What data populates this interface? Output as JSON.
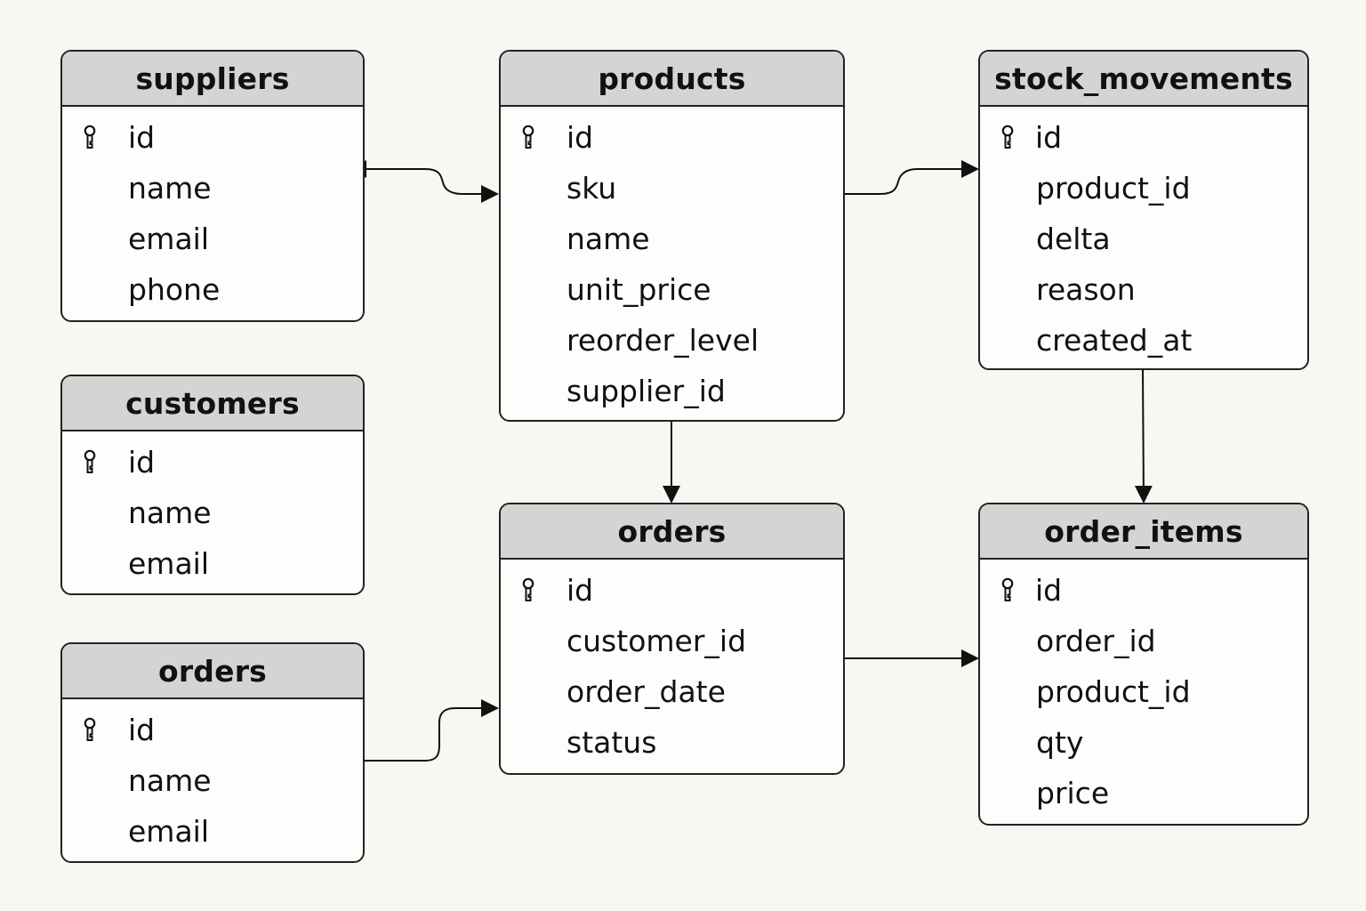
{
  "tables": [
    {
      "name": "suppliers",
      "fields": [
        {
          "name": "id",
          "pk": true
        },
        {
          "name": "name"
        },
        {
          "name": "email"
        },
        {
          "name": "phone"
        }
      ]
    },
    {
      "name": "customers",
      "fields": [
        {
          "name": "id",
          "pk": true
        },
        {
          "name": "name"
        },
        {
          "name": "email"
        }
      ]
    },
    {
      "name": "orders",
      "fields": [
        {
          "name": "id",
          "pk": true
        },
        {
          "name": "name"
        },
        {
          "name": "email"
        }
      ]
    },
    {
      "name": "products",
      "fields": [
        {
          "name": "id",
          "pk": true
        },
        {
          "name": "sku"
        },
        {
          "name": "name"
        },
        {
          "name": "unit_price"
        },
        {
          "name": "reorder_level"
        },
        {
          "name": "supplier_id"
        }
      ]
    },
    {
      "name": "orders",
      "fields": [
        {
          "name": "id",
          "pk": true
        },
        {
          "name": "customer_id"
        },
        {
          "name": "order_date"
        },
        {
          "name": "status"
        }
      ]
    },
    {
      "name": "stock_movements",
      "fields": [
        {
          "name": "id",
          "pk": true
        },
        {
          "name": "product_id"
        },
        {
          "name": "delta"
        },
        {
          "name": "reason"
        },
        {
          "name": "created_at"
        }
      ]
    },
    {
      "name": "order_items",
      "fields": [
        {
          "name": "id",
          "pk": true
        },
        {
          "name": "order_id"
        },
        {
          "name": "product_id"
        },
        {
          "name": "qty"
        },
        {
          "name": "price"
        }
      ]
    }
  ],
  "relationships": [
    {
      "from": "suppliers",
      "to": "products",
      "bidirectional": true
    },
    {
      "from": "products",
      "to": "stock_movements"
    },
    {
      "from": "products",
      "to": "orders"
    },
    {
      "from": "stock_movements",
      "to": "order_items"
    },
    {
      "from": "orders",
      "to": "order_items"
    },
    {
      "from": "orders",
      "to": "orders"
    }
  ],
  "colors": {
    "background": "#f8f7f2",
    "header": "#d4d4d4",
    "border": "#222222"
  },
  "icons": {
    "primary_key": "key-icon"
  }
}
